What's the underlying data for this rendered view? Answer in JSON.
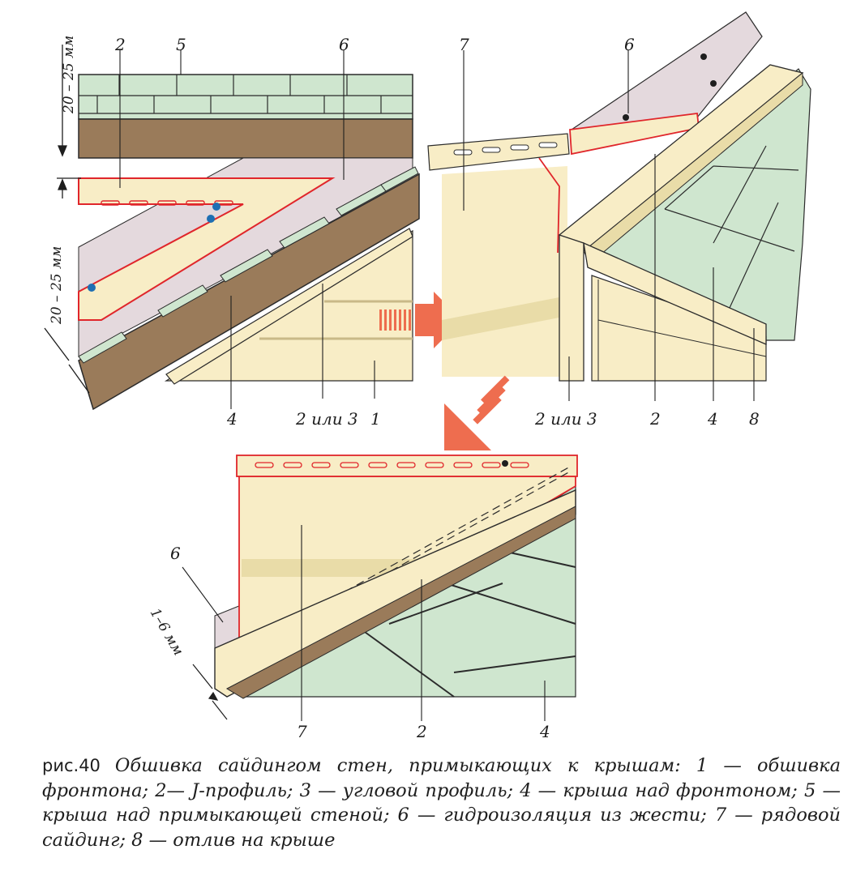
{
  "figure": {
    "number": "рис.40",
    "caption": "Обшивка сайдингом стен, примыкающих к крышам: 1 — обшивка фронтона; 2— J-профиль; 3 — угловой профиль; 4 — крыша над фронтоном; 5 — крыша над примыкающей стеной; 6 — гидроизоляция из жести; 7 — рядовой сайдинг; 8 — отлив на крыше"
  },
  "labels": {
    "tl_2": "2",
    "tl_5": "5",
    "tl_6": "6",
    "tl_dim_top": "20 – 25 мм",
    "tl_dim_bottom": "20 – 25 мм",
    "tl_4": "4",
    "tl_2or3": "2 или 3",
    "tl_1": "1",
    "tr_7": "7",
    "tr_6": "6",
    "tr_2or3": "2 или 3",
    "tr_2": "2",
    "tr_4": "4",
    "tr_8": "8",
    "b_6": "6",
    "b_dim": "1–6 мм",
    "b_7": "7",
    "b_2": "2",
    "b_4": "4"
  },
  "colors": {
    "siding": "#f8edc6",
    "siding_shadow": "#e9dca8",
    "roof_tile": "#cfe6cf",
    "flashing": "#e4d9dd",
    "roof_board": "#9a7b5a",
    "profile_outline": "#e0262b",
    "arrow": "#ee6d4f"
  }
}
